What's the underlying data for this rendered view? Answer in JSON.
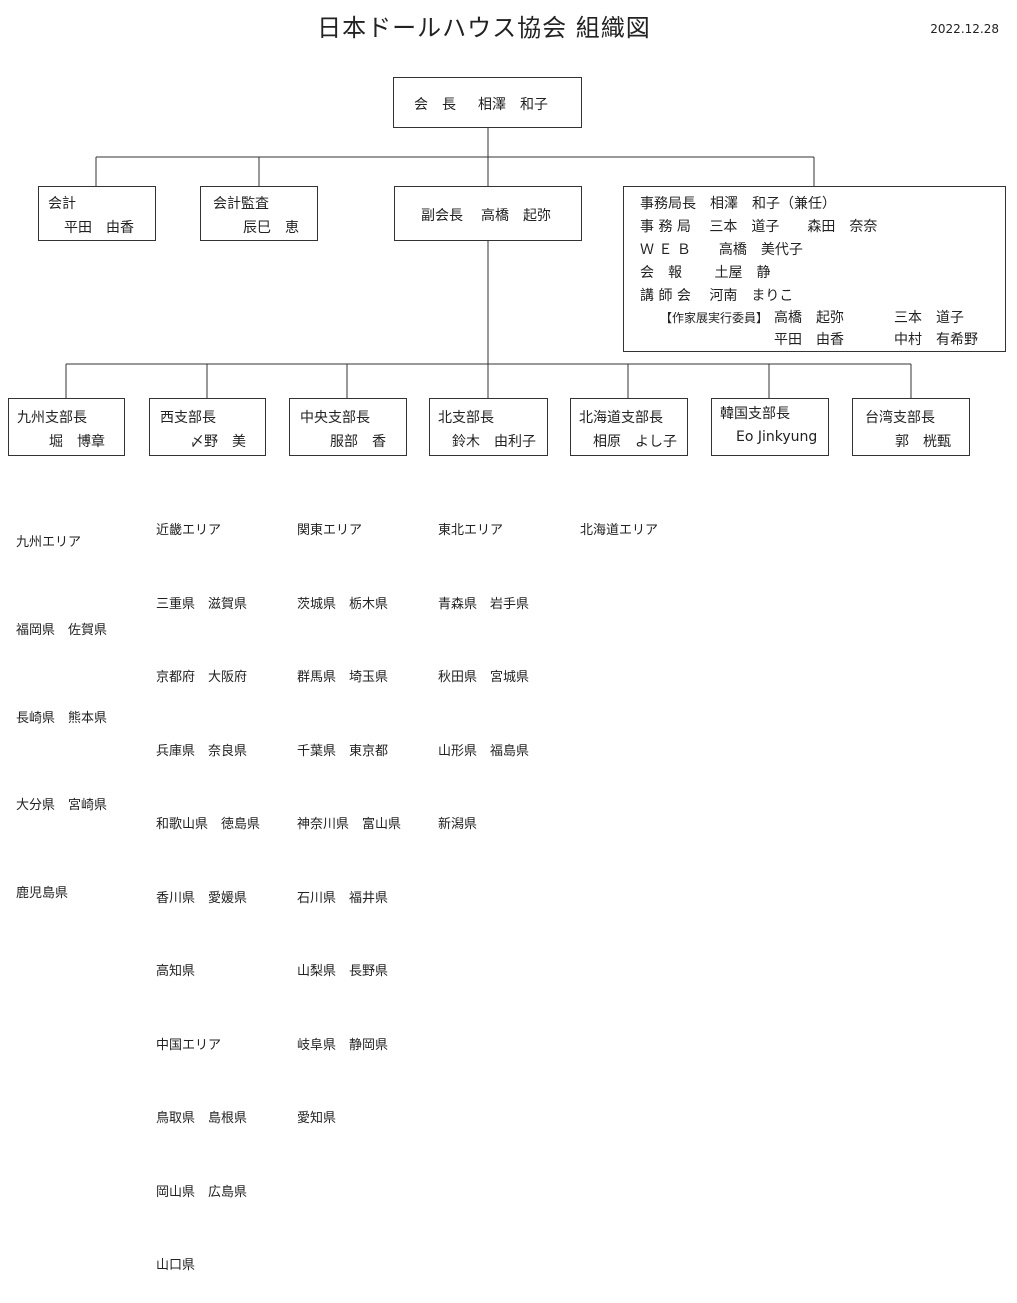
{
  "header": {
    "title": "日本ドールハウス協会 組織図",
    "date": "2022.12.28"
  },
  "president": {
    "role": "会　長",
    "name": "相澤　和子"
  },
  "treasurer": {
    "role": "会計",
    "name": "平田　由香"
  },
  "auditor": {
    "role": "会計監査",
    "name": "辰巳　恵"
  },
  "vice_president": {
    "role": "副会長",
    "name": "高橋　起弥"
  },
  "secretariat": {
    "lines": [
      "事務局長　相澤　和子（兼任）",
      "事 務 局　 三本　道子　　森田　奈奈",
      "Ｗ Ｅ Ｂ　　高橋　美代子",
      "会　報　　 土屋　静",
      "講 師 会　 河南　まりこ"
    ],
    "committee_label": "【作家展実行委員】",
    "committee": [
      "高橋　起弥",
      "三本　道子",
      "平田　由香",
      "中村　有希野"
    ]
  },
  "branches": [
    {
      "role": "九州支部長",
      "name": "堀　博章"
    },
    {
      "role": "西支部長",
      "name": "〆野　美"
    },
    {
      "role": "中央支部長",
      "name": "服部　香"
    },
    {
      "role": "北支部長",
      "name": "鈴木　由利子"
    },
    {
      "role": "北海道支部長",
      "name": "相原　よし子"
    },
    {
      "role": "韓国支部長",
      "name": "Eo Jinkyung"
    },
    {
      "role": "台湾支部長",
      "name": "郭　桄甄"
    }
  ],
  "regions": {
    "kyushu": [
      "九州エリア",
      "福岡県　佐賀県",
      "長崎県　熊本県",
      "大分県　宮崎県",
      "鹿児島県"
    ],
    "west": [
      "近畿エリア",
      "三重県　滋賀県",
      "京都府　大阪府",
      "兵庫県　奈良県",
      "和歌山県　徳島県",
      "香川県　愛媛県",
      "高知県",
      "中国エリア",
      "鳥取県　島根県",
      "岡山県　広島県",
      "山口県"
    ],
    "central": [
      "関東エリア",
      "茨城県　栃木県",
      "群馬県　埼玉県",
      "千葉県　東京都",
      "神奈川県　富山県",
      "石川県　福井県",
      "山梨県　長野県",
      "岐阜県　静岡県",
      "愛知県"
    ],
    "north": [
      "東北エリア",
      "青森県　岩手県",
      "秋田県　宮城県",
      "山形県　福島県",
      "新潟県"
    ],
    "hokkaido": [
      "北海道エリア"
    ]
  }
}
